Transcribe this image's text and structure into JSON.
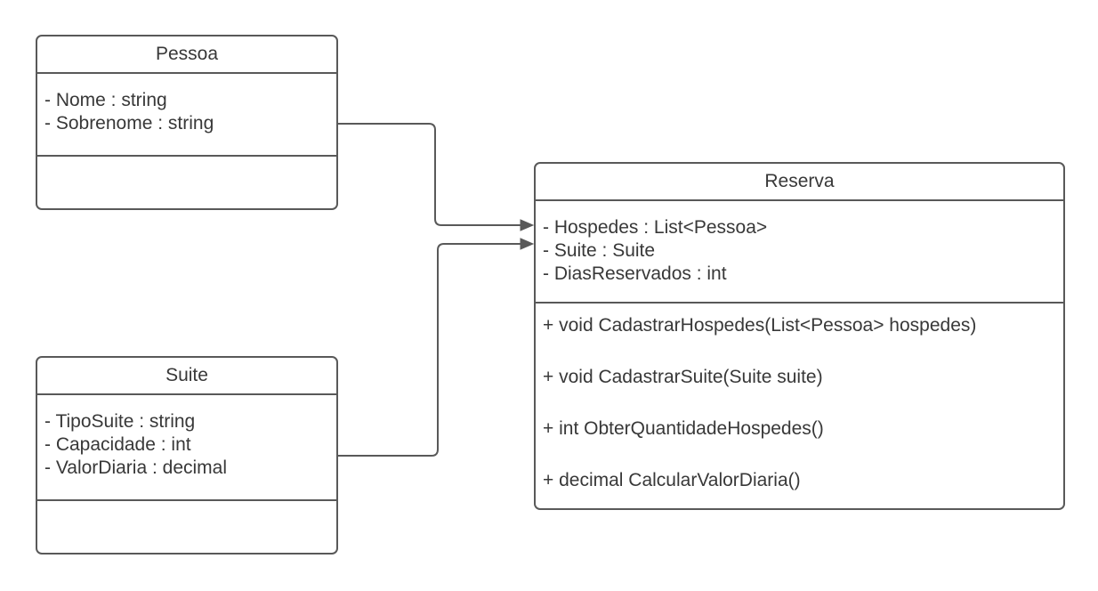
{
  "diagram": {
    "type": "uml-class-diagram",
    "colors": {
      "stroke": "#595959",
      "text": "#383838",
      "background": "#ffffff"
    },
    "classes": [
      {
        "name": "Pessoa",
        "attributes": [
          "- Nome : string",
          "- Sobrenome : string"
        ],
        "methods": []
      },
      {
        "name": "Suite",
        "attributes": [
          "- TipoSuite : string",
          "- Capacidade : int",
          "- ValorDiaria : decimal"
        ],
        "methods": []
      },
      {
        "name": "Reserva",
        "attributes": [
          "- Hospedes : List<Pessoa>",
          "- Suite : Suite",
          "- DiasReservados : int"
        ],
        "methods": [
          "+ void CadastrarHospedes(List<Pessoa> hospedes)",
          "+ void CadastrarSuite(Suite suite)",
          "+ int ObterQuantidadeHospedes()",
          "+ decimal CalcularValorDiaria()"
        ]
      }
    ],
    "relationships": [
      {
        "from": "Pessoa",
        "to": "Reserva",
        "type": "directed-association"
      },
      {
        "from": "Suite",
        "to": "Reserva",
        "type": "directed-association"
      }
    ]
  }
}
